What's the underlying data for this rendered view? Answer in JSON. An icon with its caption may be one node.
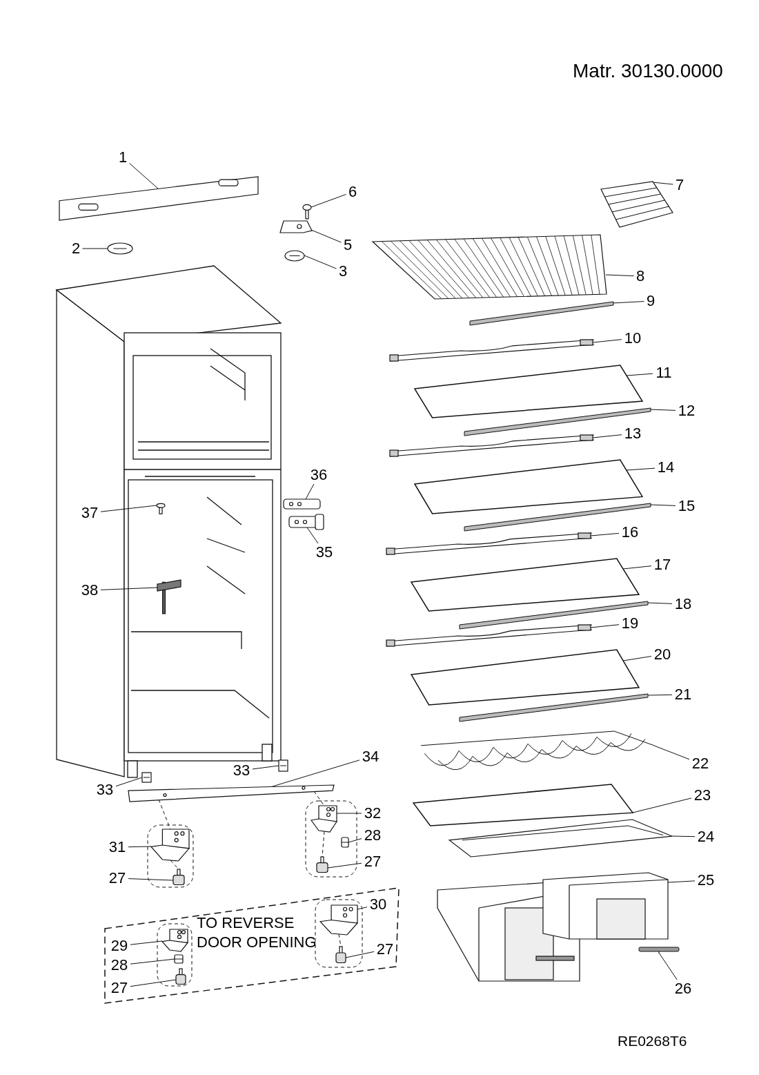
{
  "diagram": {
    "nodes": [
      {
        "text": [
          "1"
        ]
      },
      {
        "text": [],
        "shape": "picture"
      },
      {
        "text": [
          "2"
        ]
      },
      {
        "text": [],
        "shape": "circle"
      },
      {
        "text": [
          "3"
        ]
      },
      {
        "text": [],
        "shape": "circle"
      },
      {
        "text": [
          "5"
        ]
      },
      {
        "text": [],
        "shape": "picture"
      },
      {
        "text": [
          "6"
        ]
      },
      {
        "text": [],
        "shape": "picture"
      },
      {
        "text": [
          "7"
        ]
      },
      {
        "text": [],
        "shape": "picture"
      },
      {
        "text": [
          "8"
        ]
      },
      {
        "text": [],
        "shape": "picture"
      },
      {
        "text": [
          "9"
        ]
      },
      {
        "text": [],
        "shape": "bar"
      },
      {
        "text": [
          "10"
        ]
      },
      {
        "text": [],
        "shape": "picture"
      },
      {
        "text": [
          "11"
        ]
      },
      {
        "text": [],
        "shape": "picture"
      },
      {
        "text": [
          "12"
        ]
      },
      {
        "text": [],
        "shape": "bar"
      },
      {
        "text": [
          "13"
        ]
      },
      {
        "text": [],
        "shape": "picture"
      },
      {
        "text": [
          "14"
        ]
      },
      {
        "text": [],
        "shape": "picture"
      },
      {
        "text": [
          "15"
        ]
      },
      {
        "text": [],
        "shape": "bar"
      },
      {
        "text": [
          "16"
        ]
      },
      {
        "text": [],
        "shape": "picture"
      },
      {
        "text": [
          "17"
        ]
      },
      {
        "text": [],
        "shape": "picture"
      },
      {
        "text": [
          "18"
        ]
      },
      {
        "text": [],
        "shape": "bar"
      },
      {
        "text": [
          "19"
        ]
      },
      {
        "text": [],
        "shape": "picture"
      },
      {
        "text": [
          "20"
        ]
      },
      {
        "text": [],
        "shape": "picture"
      },
      {
        "text": [
          "21"
        ]
      },
      {
        "text": [],
        "shape": "bar"
      },
      {
        "text": [
          "22"
        ]
      },
      {
        "text": [],
        "shape": "picture"
      },
      {
        "text": [
          "23"
        ]
      },
      {
        "text": [],
        "shape": "picture"
      },
      {
        "text": [
          "24"
        ]
      },
      {
        "text": [],
        "shape": "picture"
      },
      {
        "text": [
          "25"
        ]
      },
      {
        "text": [],
        "shape": "picture"
      },
      {
        "text": [
          "26"
        ]
      },
      {
        "text": [],
        "shape": "bar"
      },
      {
        "text": [
          "27"
        ]
      },
      {
        "text": [],
        "shape": "cylinder"
      },
      {
        "text": [
          "27"
        ]
      },
      {
        "text": [],
        "shape": "cylinder"
      },
      {
        "text": [
          "28"
        ]
      },
      {
        "text": [],
        "shape": "box"
      },
      {
        "text": [
          "31"
        ]
      },
      {
        "text": [],
        "shape": "picture"
      },
      {
        "text": [
          "32"
        ]
      },
      {
        "text": [],
        "shape": "picture"
      },
      {
        "text": [
          "33"
        ]
      },
      {
        "text": [],
        "shape": "picture"
      },
      {
        "text": [
          "33"
        ]
      },
      {
        "text": [],
        "shape": "picture"
      },
      {
        "text": [
          "34"
        ]
      },
      {
        "text": [],
        "shape": "picture"
      },
      {
        "text": [
          "35"
        ]
      },
      {
        "text": [],
        "shape": "picture"
      },
      {
        "text": [
          "36"
        ]
      },
      {
        "text": [],
        "shape": "picture"
      },
      {
        "text": [
          "37"
        ]
      },
      {
        "text": [],
        "shape": "picture"
      },
      {
        "text": [
          "38"
        ]
      },
      {
        "text": [],
        "shape": "picture"
      },
      {
        "text": [
          "TO REVERSE DOOR OPENING"
        ]
      },
      {
        "text": [
          "29"
        ],
        "in": 74
      },
      {
        "text": [],
        "shape": "picture",
        "in": 74
      },
      {
        "text": [
          "28"
        ],
        "in": 74
      },
      {
        "text": [],
        "shape": "box",
        "in": 74
      },
      {
        "text": [
          "27"
        ],
        "in": 74
      },
      {
        "text": [],
        "shape": "cylinder",
        "in": 74
      },
      {
        "text": [
          "30"
        ],
        "in": 74
      },
      {
        "text": [],
        "shape": "picture",
        "in": 74
      },
      {
        "text": [
          "27"
        ],
        "in": 74
      },
      {
        "text": [],
        "shape": "cylinder",
        "in": 74
      }
    ],
    "edges": [
      {
        "from": 0,
        "to": 1,
        "arrow": "none"
      },
      {
        "from": 2,
        "to": 3,
        "arrow": "none"
      },
      {
        "from": 4,
        "to": 5,
        "arrow": "none"
      },
      {
        "from": 6,
        "to": 7,
        "arrow": "none"
      },
      {
        "from": 8,
        "to": 9,
        "arrow": "none"
      },
      {
        "from": 10,
        "to": 11,
        "arrow": "none"
      },
      {
        "from": 12,
        "to": 13,
        "arrow": "none"
      },
      {
        "from": 14,
        "to": 15,
        "arrow": "none"
      },
      {
        "from": 16,
        "to": 17,
        "arrow": "none"
      },
      {
        "from": 18,
        "to": 19,
        "arrow": "none"
      },
      {
        "from": 20,
        "to": 21,
        "arrow": "none"
      },
      {
        "from": 22,
        "to": 23,
        "arrow": "none"
      },
      {
        "from": 24,
        "to": 25,
        "arrow": "none"
      },
      {
        "from": 26,
        "to": 27,
        "arrow": "none"
      },
      {
        "from": 28,
        "to": 29,
        "arrow": "none"
      },
      {
        "from": 30,
        "to": 31,
        "arrow": "none"
      },
      {
        "from": 32,
        "to": 33,
        "arrow": "none"
      },
      {
        "from": 34,
        "to": 35,
        "arrow": "none"
      },
      {
        "from": 36,
        "to": 37,
        "arrow": "none"
      },
      {
        "from": 38,
        "to": 39,
        "arrow": "none"
      },
      {
        "from": 40,
        "to": 41,
        "arrow": "none"
      },
      {
        "from": 42,
        "to": 43,
        "arrow": "none"
      },
      {
        "from": 44,
        "to": 45,
        "arrow": "none"
      },
      {
        "from": 46,
        "to": 47,
        "arrow": "none"
      },
      {
        "from": 48,
        "to": 49,
        "arrow": "none"
      },
      {
        "from": 50,
        "to": 51,
        "arrow": "none"
      },
      {
        "from": 52,
        "to": 53,
        "arrow": "none"
      },
      {
        "from": 54,
        "to": 55,
        "arrow": "none"
      },
      {
        "from": 56,
        "to": 57,
        "arrow": "none"
      },
      {
        "from": 58,
        "to": 59,
        "arrow": "none"
      },
      {
        "from": 60,
        "to": 61,
        "arrow": "none"
      },
      {
        "from": 62,
        "to": 63,
        "arrow": "none"
      },
      {
        "from": 64,
        "to": 65,
        "arrow": "none"
      },
      {
        "from": 66,
        "to": 67,
        "arrow": "none"
      },
      {
        "from": 68,
        "to": 69,
        "arrow": "none"
      },
      {
        "from": 70,
        "to": 71,
        "arrow": "none"
      },
      {
        "from": 72,
        "to": 73,
        "arrow": "none"
      },
      {
        "from": 75,
        "to": 76,
        "arrow": "none"
      },
      {
        "from": 77,
        "to": 78,
        "arrow": "none"
      },
      {
        "from": 79,
        "to": 80,
        "arrow": "none"
      },
      {
        "from": 81,
        "to": 82,
        "arrow": "none"
      },
      {
        "from": 83,
        "to": 84,
        "arrow": "none"
      },
      {
        "from": 57,
        "to": 51,
        "arrow": "none",
        "style": "dashed"
      },
      {
        "from": 59,
        "to": 53,
        "arrow": "none",
        "style": "dashed"
      },
      {
        "from": 82,
        "to": 84,
        "arrow": "none",
        "style": "dashed"
      },
      {
        "from": 65,
        "to": 57,
        "arrow": "none",
        "style": "dashed"
      },
      {
        "from": 65,
        "to": 59,
        "arrow": "none",
        "style": "dashed"
      }
    ],
    "labels": [
      "Matr. 30130.0000",
      "RE0268T6"
    ]
  }
}
